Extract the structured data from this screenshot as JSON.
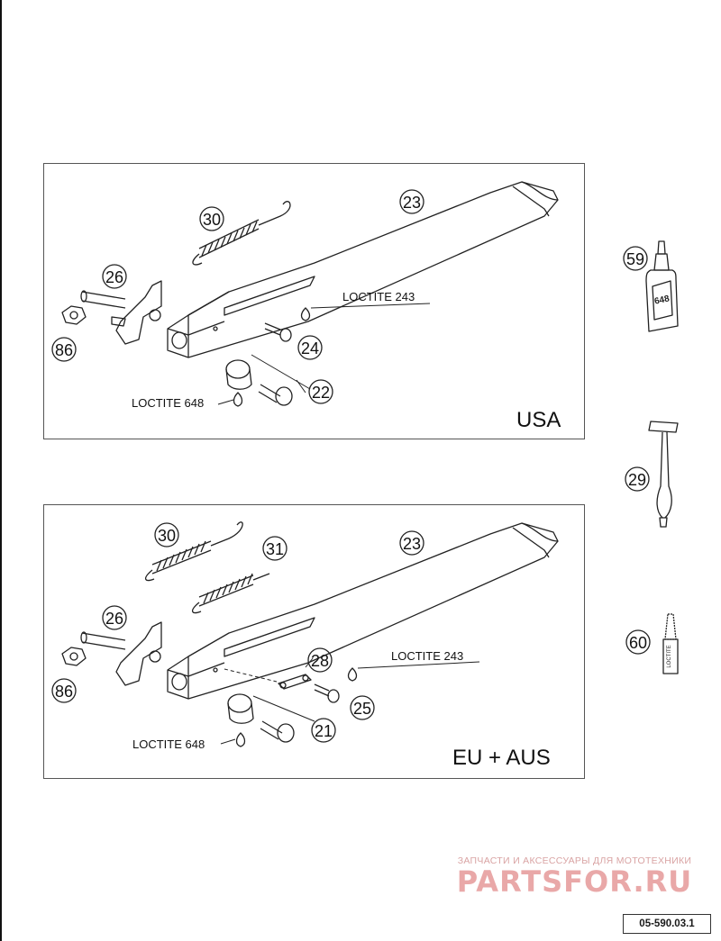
{
  "panels": {
    "usa": {
      "region_label": "USA",
      "notes": [
        "LOCTITE 243",
        "LOCTITE 648"
      ],
      "callouts": [
        "30",
        "23",
        "26",
        "86",
        "24",
        "22"
      ]
    },
    "eu": {
      "region_label": "EU + AUS",
      "notes": [
        "LOCTITE 243",
        "LOCTITE 648"
      ],
      "callouts": [
        "30",
        "31",
        "23",
        "26",
        "86",
        "28",
        "25",
        "21"
      ]
    }
  },
  "side_items": {
    "callouts": [
      "59",
      "29",
      "60"
    ],
    "bottle_label": "648",
    "tube_label": "LOCTITE"
  },
  "watermark": {
    "tagline": "ЗАПЧАСТИ И АКСЕССУАРЫ ДЛЯ МОТОТЕХНИКИ",
    "brand": "PARTSFOR.RU"
  },
  "figure_code": "05-590.03.1"
}
